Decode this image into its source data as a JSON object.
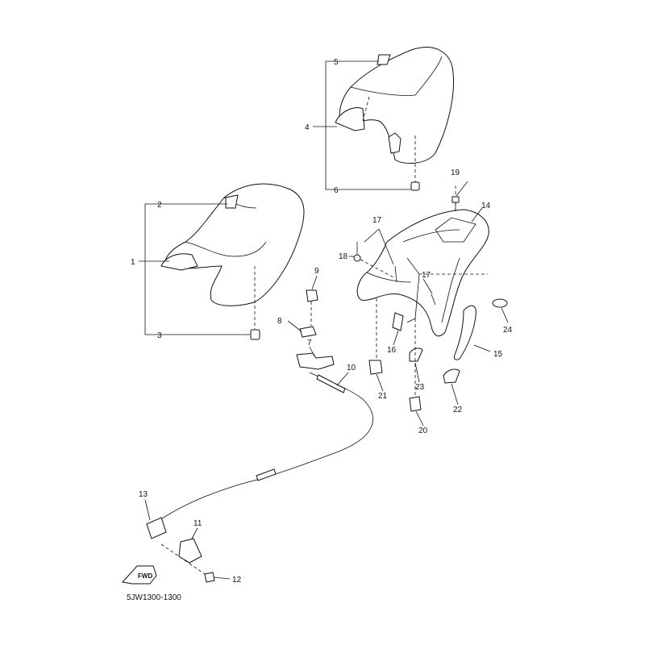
{
  "callouts": [
    "1",
    "2",
    "3",
    "4",
    "5",
    "6",
    "7",
    "8",
    "9",
    "10",
    "11",
    "12",
    "13",
    "14",
    "15",
    "16",
    "17",
    "17",
    "18",
    "19",
    "20",
    "21",
    "22",
    "23",
    "24"
  ],
  "diagram_code": "5JW1300-1300",
  "fwd_label": "FWD"
}
